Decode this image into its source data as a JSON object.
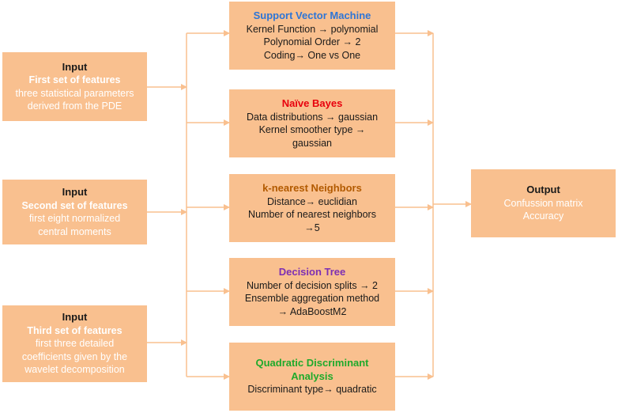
{
  "colors": {
    "box_fill": "#f9c08f",
    "connector": "#f9c08f",
    "svm_title": "#2e75d6",
    "nb_title": "#e8000d",
    "knn_title": "#b25a00",
    "dt_title": "#7d2fb3",
    "qda_title": "#1faa2b"
  },
  "inputs": [
    {
      "title": "Input",
      "subtitle": "First set of features",
      "lines": [
        "three statistical parameters",
        "derived from the PDE"
      ]
    },
    {
      "title": "Input",
      "subtitle": "Second set of features",
      "lines": [
        "first eight normalized",
        "central moments"
      ]
    },
    {
      "title": "Input",
      "subtitle": "Third set of features",
      "lines": [
        "first three detailed",
        "coefficients given by the",
        "wavelet decomposition"
      ]
    }
  ],
  "classifiers": [
    {
      "title": "Support Vector Machine",
      "lines": [
        "Kernel Function → polynomial",
        "Polynomial Order → 2",
        "Coding→ One vs One"
      ]
    },
    {
      "title": "Naïve Bayes",
      "lines": [
        "Data distributions → gaussian",
        "Kernel smoother type →",
        "gaussian"
      ]
    },
    {
      "title": "k-nearest Neighbors",
      "lines": [
        "Distance→ euclidian",
        "Number of nearest neighbors",
        "→5"
      ]
    },
    {
      "title": "Decision Tree",
      "lines": [
        "Number of decision splits → 2",
        "Ensemble aggregation method",
        "→ AdaBoostM2"
      ]
    },
    {
      "title": "Quadratic Discriminant Analysis",
      "lines": [
        "Discriminant type→ quadratic"
      ]
    }
  ],
  "output": {
    "title": "Output",
    "lines": [
      "Confussion matrix",
      "Accuracy"
    ]
  }
}
